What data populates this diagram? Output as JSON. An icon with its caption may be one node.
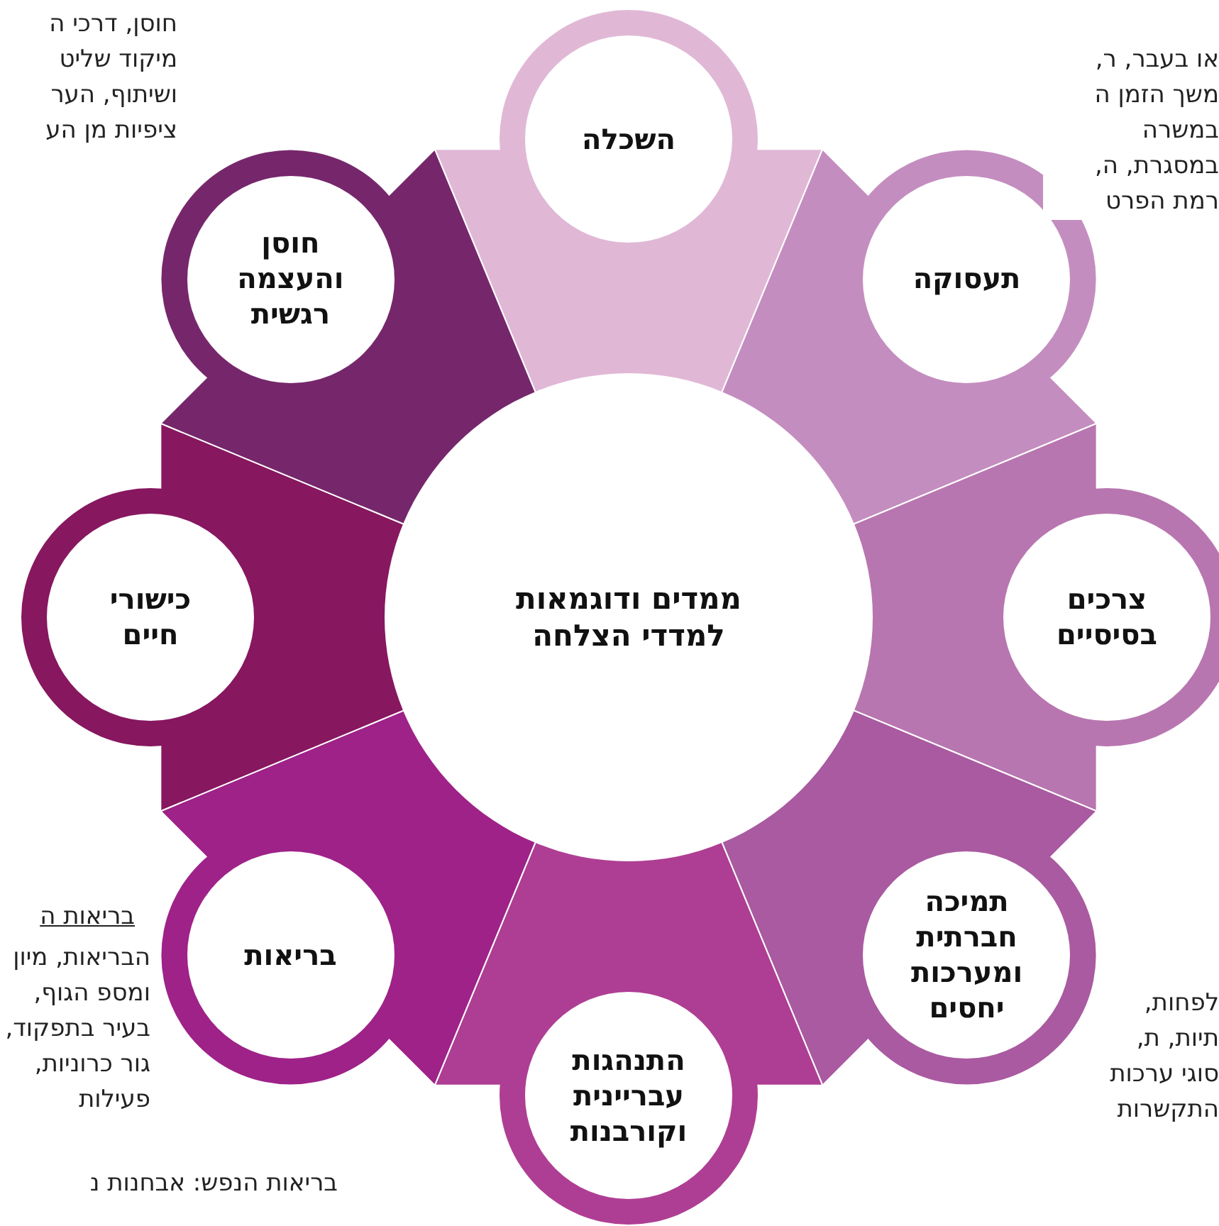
{
  "diagram": {
    "nodes": [
      {
        "text": [
          "ממדים ודוגמאות למדדי הצלחה"
        ]
      },
      {
        "text": [
          "השכלה"
        ]
      },
      {
        "text": [
          "תעסוקה"
        ]
      },
      {
        "text": [
          "צרכים בסיסיים"
        ]
      },
      {
        "text": [
          "תמיכה חברתית ומערכות יחסים"
        ]
      },
      {
        "text": [
          "התנהגות עבריינית וקורבנות"
        ]
      },
      {
        "text": [
          "בריאות"
        ]
      },
      {
        "text": [
          "כישורי חיים"
        ]
      },
      {
        "text": [
          "חוסן והעצמה רגשית"
        ]
      }
    ],
    "labels": [
      "חוסן, דרכי ה מיקוד שליט ושיתוף, הער ציפיות מן הע",
      "או בעבר, ר, משך הזמן ה במשרה במסגרת, ה, רמת הפרט",
      "בריאות ה",
      "הבריאות, מיון ומספ הגוף, בעיר בתפקוד, גור כרוניות, פעילות",
      "בריאות הנפש: אבחנות נ",
      "לפחות, תיות, ת, סוגי ערכות התקשרות"
    ]
  }
}
